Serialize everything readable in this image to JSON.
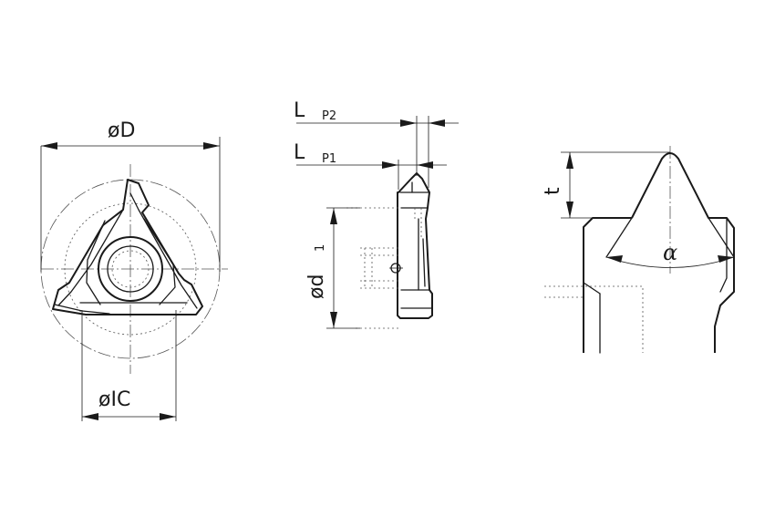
{
  "labels": {
    "phi_d": "øD",
    "phi_ic": "øIC",
    "phi_d1_main": "ød",
    "phi_d1_sub": "1",
    "l_p2_main": "L",
    "l_p2_sub": "P2",
    "l_p1_main": "L",
    "l_p1_sub": "P1",
    "t": "t",
    "alpha": "α"
  }
}
